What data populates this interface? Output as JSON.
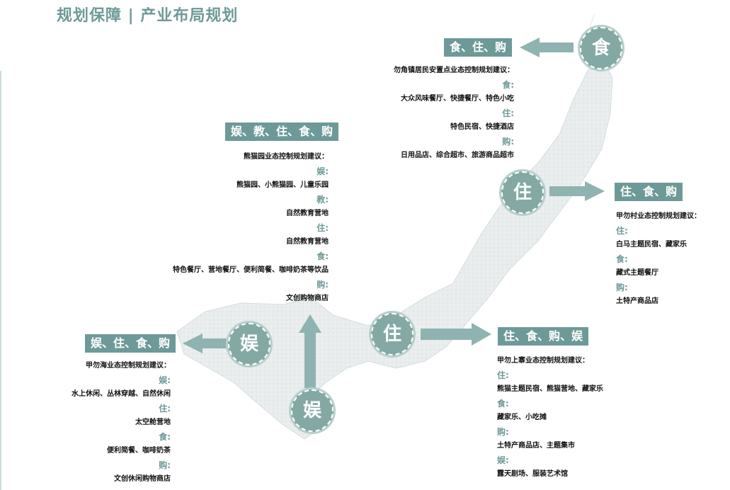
{
  "title": "规划保障 | 产业布局规划",
  "nodes": {
    "shi": {
      "circle": "食",
      "tag": "食、住、购",
      "intro": "勿角镇居民安置点业态控制规划建议：",
      "items": [
        {
          "cat": "食:",
          "text": "大众风味餐厅、快捷餐厅、特色小吃"
        },
        {
          "cat": "住:",
          "text": "特色民宿、快捷酒店"
        },
        {
          "cat": "购:",
          "text": "日用品店、综合超市、旅游商品超市"
        }
      ]
    },
    "zhu_upper": {
      "circle": "住",
      "tag": "住、食、购",
      "intro": "甲勿村业态控制规划建议：",
      "items": [
        {
          "cat": "住:",
          "text": "白马主题民宿、藏家乐"
        },
        {
          "cat": "食:",
          "text": "藏式主题餐厅"
        },
        {
          "cat": "购:",
          "text": "土特产商品店"
        }
      ]
    },
    "panda": {
      "circle": "娱",
      "tag": "娱、教、住、食、购",
      "intro": "熊猫园业态控制规划建议：",
      "items": [
        {
          "cat": "娱:",
          "text": "熊猫园、小熊猫园、儿童乐园"
        },
        {
          "cat": "教:",
          "text": "自然教育营地"
        },
        {
          "cat": "住:",
          "text": "自然教育营地"
        },
        {
          "cat": "食:",
          "text": "特色餐厅、营地餐厅、便利简餐、咖啡奶茶等饮品"
        },
        {
          "cat": "购:",
          "text": "文创购物商店"
        }
      ]
    },
    "yu_left": {
      "circle": "娱",
      "tag": "娱、住、食、购",
      "intro": "甲勿海业态控制规划建议：",
      "items": [
        {
          "cat": "娱:",
          "text": "水上休闲、丛林穿越、自然休闲"
        },
        {
          "cat": "住:",
          "text": "太空舱营地"
        },
        {
          "cat": "食:",
          "text": "便利简餐、咖啡奶茶"
        },
        {
          "cat": "购:",
          "text": "文创休闲购物商店"
        }
      ]
    },
    "zhu_lower": {
      "circle": "住",
      "tag": "住、食、购、娱",
      "intro": "甲勿上寨业态控制规划建议：",
      "items": [
        {
          "cat": "住:",
          "text": "熊猫主题民宿、熊猫营地、藏家乐"
        },
        {
          "cat": "食:",
          "text": "藏家乐、小吃摊"
        },
        {
          "cat": "购:",
          "text": "土特产商品店、主题集市"
        },
        {
          "cat": "娱:",
          "text": "露天剧场、服装艺术馆"
        }
      ]
    }
  },
  "colors": {
    "accent": "#6d9a98",
    "circle": "#84a9a5",
    "arrow": "#8fb3b0"
  }
}
